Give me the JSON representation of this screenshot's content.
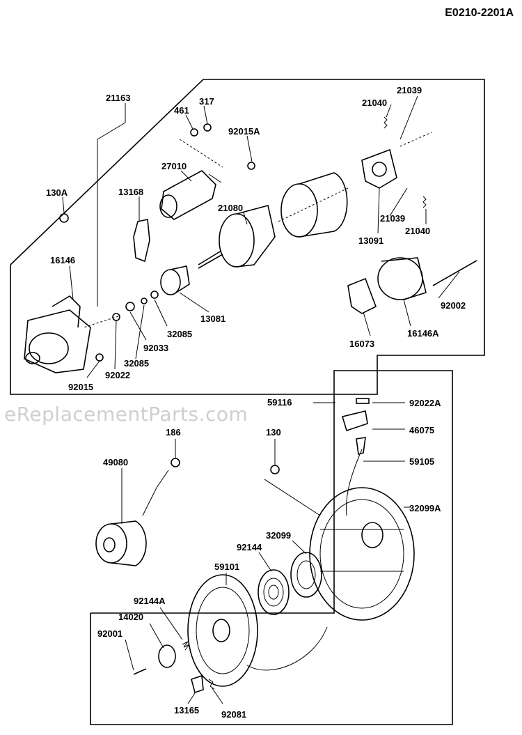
{
  "diagram_id": "E0210-2201A",
  "watermark": "eReplacementParts.com",
  "callouts": {
    "c21163": "21163",
    "c461": "461",
    "c317": "317",
    "c92015A": "92015A",
    "c27010": "27010",
    "c13168": "13168",
    "c130A": "130A",
    "c21080": "21080",
    "c21039a": "21039",
    "c21040a": "21040",
    "c21039b": "21039",
    "c21040b": "21040",
    "c13091": "13091",
    "c16146": "16146",
    "c13081": "13081",
    "c32085a": "32085",
    "c92033": "92033",
    "c32085b": "32085",
    "c92022": "92022",
    "c92015": "92015",
    "c92002": "92002",
    "c16146A": "16146A",
    "c16073": "16073",
    "c59116": "59116",
    "c92022A": "92022A",
    "c46075": "46075",
    "c59105": "59105",
    "c32099A": "32099A",
    "c186": "186",
    "c130": "130",
    "c49080": "49080",
    "c32099": "32099",
    "c92144": "92144",
    "c59101": "59101",
    "c92144A": "92144A",
    "c14020": "14020",
    "c92001": "92001",
    "c13165": "13165",
    "c92081": "92081"
  }
}
